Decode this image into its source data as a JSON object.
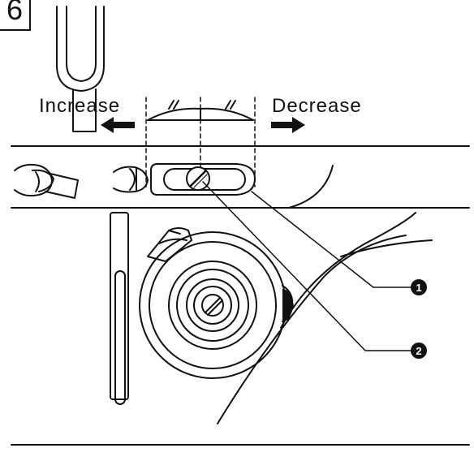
{
  "step_number": "6",
  "labels": {
    "increase": "Increase",
    "decrease": "Decrease"
  },
  "callouts": [
    {
      "marker": "1"
    },
    {
      "marker": "2"
    }
  ],
  "colors": {
    "ink": "#111111",
    "background": "#ffffff"
  }
}
